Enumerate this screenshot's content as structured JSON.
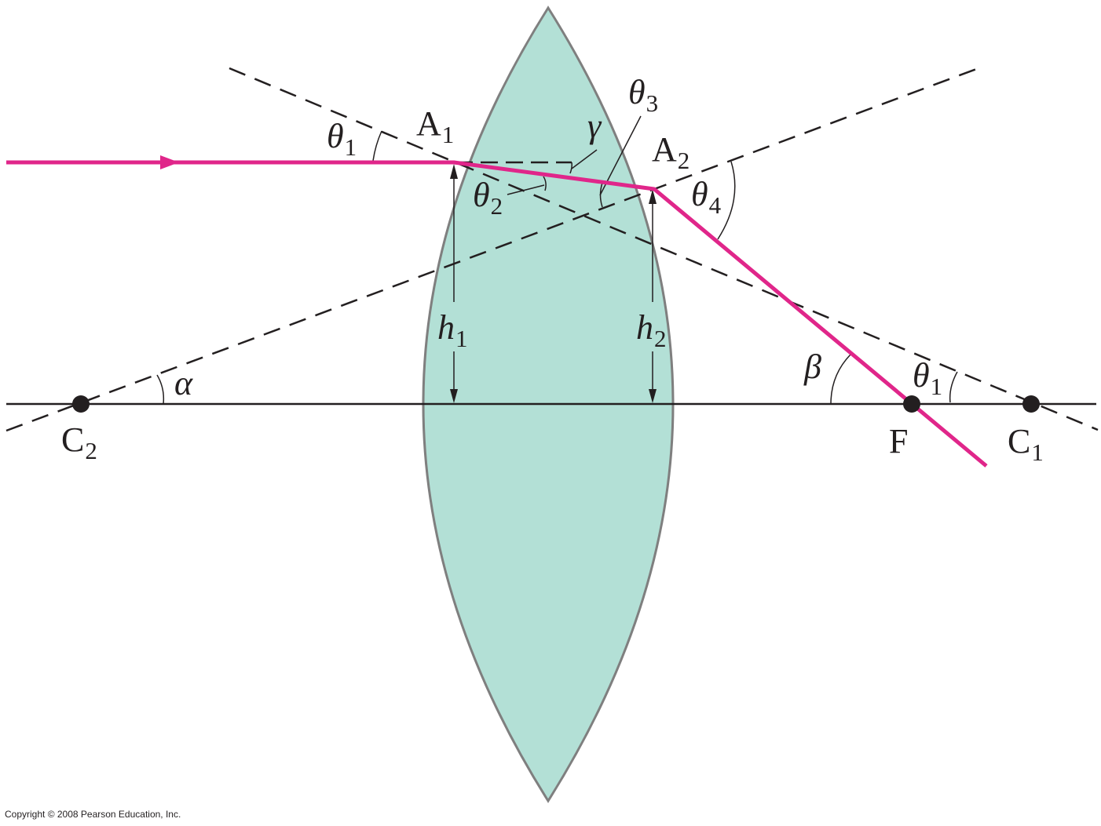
{
  "colors": {
    "lens_fill": "#b3e0d6",
    "lens_stroke": "#7f7f7f",
    "ray": "#e0268a",
    "line": "#231f20"
  },
  "labels": {
    "A1": {
      "main": "A",
      "sub": "1"
    },
    "A2": {
      "main": "A",
      "sub": "2"
    },
    "C1": {
      "main": "C",
      "sub": "1"
    },
    "C2": {
      "main": "C",
      "sub": "2"
    },
    "F": "F",
    "theta1_left": {
      "main": "θ",
      "sub": "1"
    },
    "theta1_right": {
      "main": "θ",
      "sub": "1"
    },
    "theta2": {
      "main": "θ",
      "sub": "2"
    },
    "theta3": {
      "main": "θ",
      "sub": "3"
    },
    "theta4": {
      "main": "θ",
      "sub": "4"
    },
    "gamma": "γ",
    "alpha": "α",
    "beta": "β",
    "h1": {
      "main": "h",
      "sub": "1"
    },
    "h2": {
      "main": "h",
      "sub": "2"
    }
  },
  "copyright": "Copyright © 2008 Pearson Education, Inc."
}
